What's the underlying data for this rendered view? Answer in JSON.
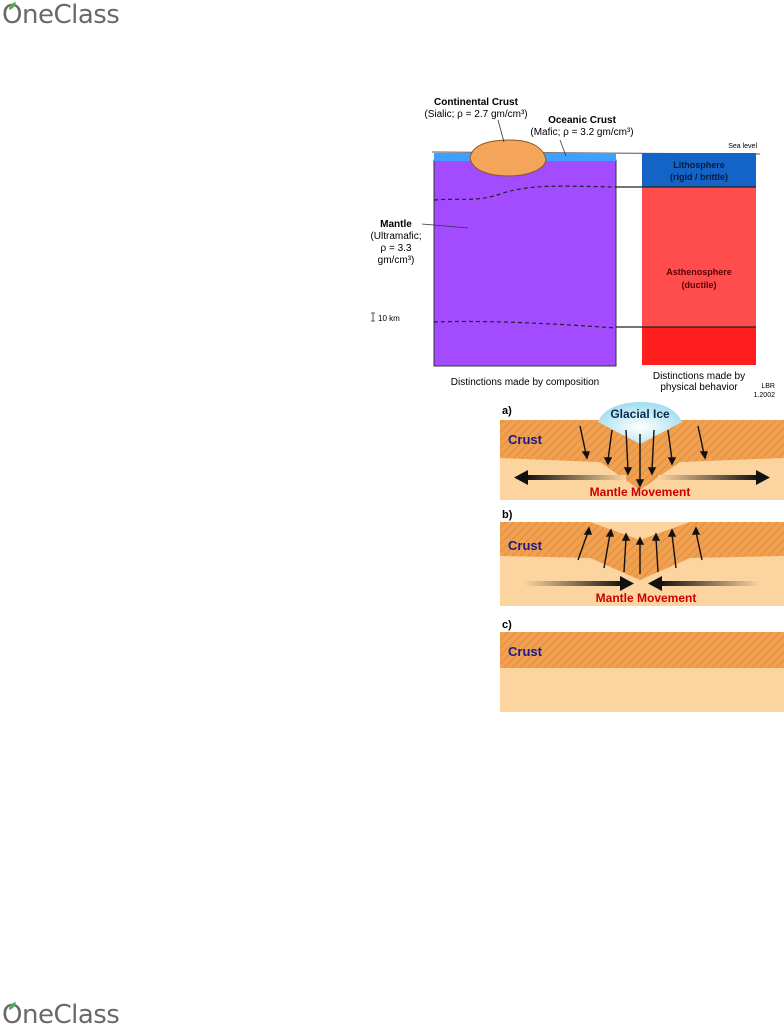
{
  "logo": {
    "text": "OneClass"
  },
  "earth_diagram": {
    "continental_crust": {
      "title": "Continental Crust",
      "sub": "(Sialic; ρ = 2.7 gm/cm³)"
    },
    "oceanic_crust": {
      "title": "Oceanic Crust",
      "sub": "(Mafic; ρ = 3.2 gm/cm³)"
    },
    "sea_level": "Sea level",
    "mantle": {
      "title": "Mantle",
      "line1": "(Ultramafic;",
      "line2": "ρ = 3.3",
      "line3": "gm/cm³)"
    },
    "depth": "10 km",
    "lithosphere": {
      "title": "Lithosphere",
      "sub": "(rigid / brittle)"
    },
    "asthenosphere": {
      "title": "Asthenosphere",
      "sub": "(ductile)"
    },
    "caption_left": "Distinctions made by composition",
    "caption_right_1": "Distinctions made by",
    "caption_right_2": "physical behavior",
    "credit_1": "LBR",
    "credit_2": "1.2002",
    "colors": {
      "mantle": "#a24bff",
      "lithosphere": "#1464c8",
      "asthenosphere": "#ff4d4d",
      "lower": "#ff1e1e",
      "ocean": "#3ea0ff",
      "continent": "#f5a55a"
    }
  },
  "rebound": {
    "panel_a": {
      "label": "a)",
      "ice": "Glacial Ice",
      "crust": "Crust",
      "mantle": "Mantle Movement"
    },
    "panel_b": {
      "label": "b)",
      "crust": "Crust",
      "mantle": "Mantle Movement"
    },
    "panel_c": {
      "label": "c)",
      "crust": "Crust"
    },
    "colors": {
      "crust": "#f0a050",
      "mantle": "#fcd4a0",
      "crust_text": "#1a1a8c",
      "mantle_text": "#cc0000"
    }
  }
}
